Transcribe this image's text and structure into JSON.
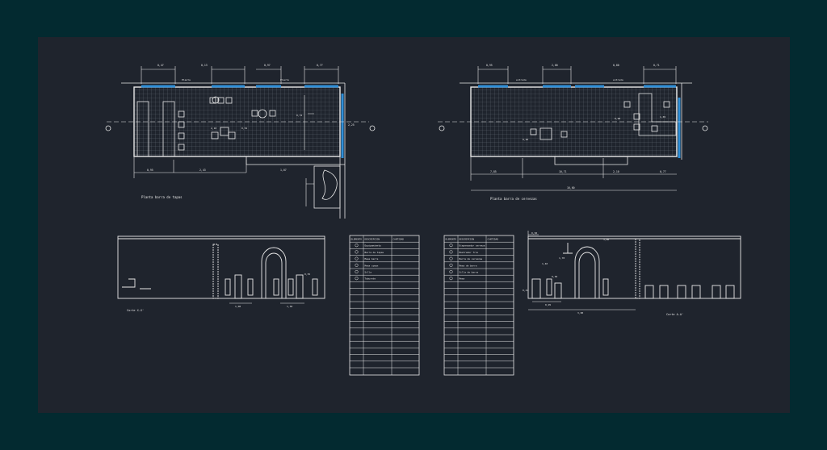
{
  "colors": {
    "frame": "#032a30",
    "sheet": "#1f242d",
    "line": "#e8e8e8",
    "accent": "#2f8fd8",
    "grid": "#6f7785"
  },
  "plans": [
    {
      "caption": "Planta barra de tapas",
      "dims": {
        "top": [
          "0,47",
          "0,13",
          "0,97",
          "0,77"
        ],
        "bottom": [
          "0,95",
          "2,43",
          "1,07"
        ],
        "right": [
          "2,25"
        ],
        "mid": [
          "2,10",
          "0,52",
          "0,72"
        ]
      },
      "tags": [
        "Planta",
        "Planta"
      ]
    },
    {
      "caption": "Planta barra de cervezas",
      "dims": {
        "top": [
          "0,95",
          "2,00",
          "0,80",
          "0,71"
        ],
        "bottom": [
          "7,85",
          "10,71",
          "2,10",
          "0,77"
        ],
        "overall": [
          "16,60"
        ],
        "mid": [
          "0,40",
          "0,90",
          "1,65"
        ]
      },
      "tags": [
        "entrada",
        "entrada"
      ]
    }
  ],
  "sections": [
    {
      "caption": "Corte X-X'",
      "dims": [
        "1,00",
        "1,30",
        "0,55"
      ]
    },
    {
      "caption": "Corte A-A'",
      "dims": [
        "0,50",
        "1,40",
        "0,30",
        "0,47",
        "1,70",
        "0,95",
        "3,00",
        "3,00"
      ]
    }
  ],
  "tables": [
    {
      "headers": [
        "ELEMENTO",
        "DESCRIPCION",
        "CANTIDAD"
      ],
      "rows": [
        "Equipamiento",
        "Barra de tapas",
        "Mesa barra",
        "Mesa comun",
        "Silla",
        "Taburete"
      ]
    },
    {
      "headers": [
        "ELEMENTO",
        "DESCRIPCION",
        "CANTIDAD"
      ],
      "rows": [
        "Dispensador cerveza",
        "Mostrador frio",
        "Barra de cervezas",
        "Mesa de barra",
        "Silla de barra",
        "Mesa"
      ]
    }
  ]
}
